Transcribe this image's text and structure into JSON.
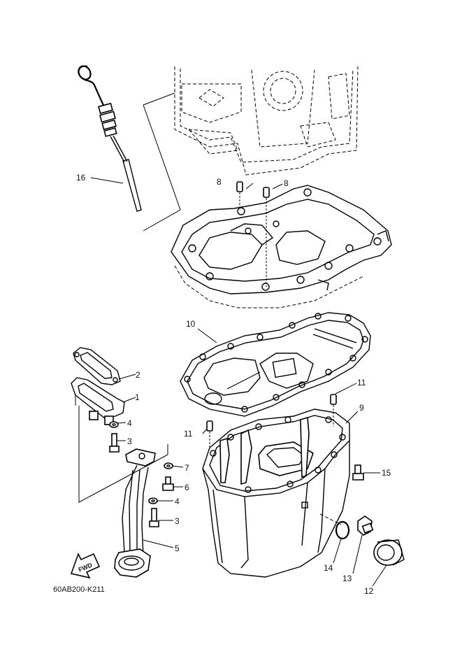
{
  "diagram": {
    "code": "60AB200-K211",
    "fwd_label": "FWD",
    "callouts": [
      {
        "id": "c1",
        "text": "1"
      },
      {
        "id": "c2",
        "text": "2"
      },
      {
        "id": "c3a",
        "text": "3"
      },
      {
        "id": "c3b",
        "text": "3"
      },
      {
        "id": "c4a",
        "text": "4"
      },
      {
        "id": "c4b",
        "text": "4"
      },
      {
        "id": "c5",
        "text": "5"
      },
      {
        "id": "c6",
        "text": "6"
      },
      {
        "id": "c7",
        "text": "7"
      },
      {
        "id": "c8a",
        "text": "8"
      },
      {
        "id": "c8b",
        "text": "8"
      },
      {
        "id": "c9",
        "text": "9"
      },
      {
        "id": "c10",
        "text": "10"
      },
      {
        "id": "c11a",
        "text": "11"
      },
      {
        "id": "c11b",
        "text": "11"
      },
      {
        "id": "c12",
        "text": "12"
      },
      {
        "id": "c13",
        "text": "13"
      },
      {
        "id": "c14",
        "text": "14"
      },
      {
        "id": "c15",
        "text": "15"
      },
      {
        "id": "c16",
        "text": "16"
      }
    ]
  }
}
